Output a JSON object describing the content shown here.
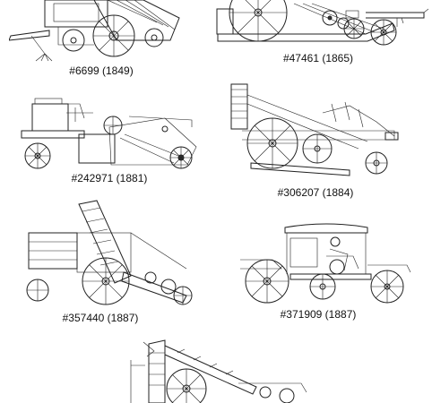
{
  "patents": [
    {
      "number": "#6699",
      "year": "(1849)",
      "label": "#6699 (1849)"
    },
    {
      "number": "#47461",
      "year": "(1865)",
      "label": "#47461 (1865)"
    },
    {
      "number": "#242971",
      "year": "(1881)",
      "label": "#242971 (1881)"
    },
    {
      "number": "#306207",
      "year": "(1884)",
      "label": "#306207 (1884)"
    },
    {
      "number": "#357440",
      "year": "(1887)",
      "label": "#357440 (1887)"
    },
    {
      "number": "#371909",
      "year": "(1887)",
      "label": "#371909 (1887)"
    }
  ],
  "colors": {
    "ink": "#222222",
    "background": "#ffffff"
  }
}
